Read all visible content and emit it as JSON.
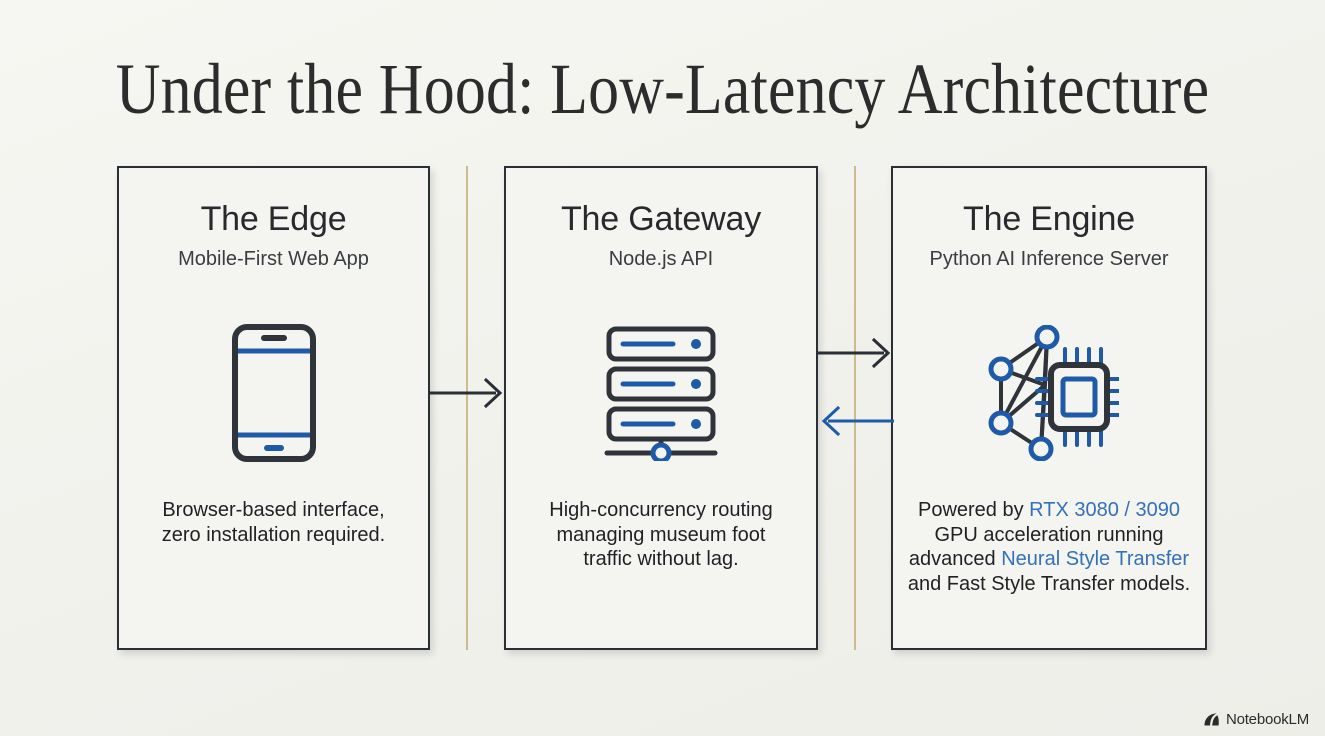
{
  "slide": {
    "title": "Under the Hood: Low-Latency Architecture",
    "background_color": "#f2f2ee",
    "accent_blue": "#1f5aa8",
    "divider_color": "#cdbb8d",
    "ink_color": "#2a2f36"
  },
  "cards": [
    {
      "id": "edge",
      "title": "The Edge",
      "subtitle": "Mobile-First Web App",
      "icon": "mobile-phone-icon",
      "body_line_1": "Browser-based interface,",
      "body_line_2": "zero installation required."
    },
    {
      "id": "gateway",
      "title": "The Gateway",
      "subtitle": "Node.js API",
      "icon": "server-rack-icon",
      "body_line_1": "High-concurrency routing",
      "body_line_2": "managing museum foot",
      "body_line_3": "traffic without lag."
    },
    {
      "id": "engine",
      "title": "The Engine",
      "subtitle": "Python AI Inference Server",
      "icon": "neural-network-chip-icon",
      "body_segments": [
        {
          "text": "Powered by ",
          "highlight": false
        },
        {
          "text": "RTX 3080 / 3090",
          "highlight": true
        },
        {
          "text": " GPU acceleration running advanced ",
          "highlight": false
        },
        {
          "text": "Neural Style Transfer",
          "highlight": true
        },
        {
          "text": " and Fast Style Transfer models.",
          "highlight": false
        }
      ]
    }
  ],
  "connectors": [
    {
      "id": "edge-to-gateway",
      "direction": "right",
      "color": "#2a2f36"
    },
    {
      "id": "gateway-to-engine",
      "direction": "right",
      "color": "#2a2f36"
    },
    {
      "id": "engine-to-gateway",
      "direction": "left",
      "color": "#1f5aa8"
    }
  ],
  "watermark": {
    "label": "NotebookLM",
    "icon": "notebooklm-spiral-icon"
  }
}
